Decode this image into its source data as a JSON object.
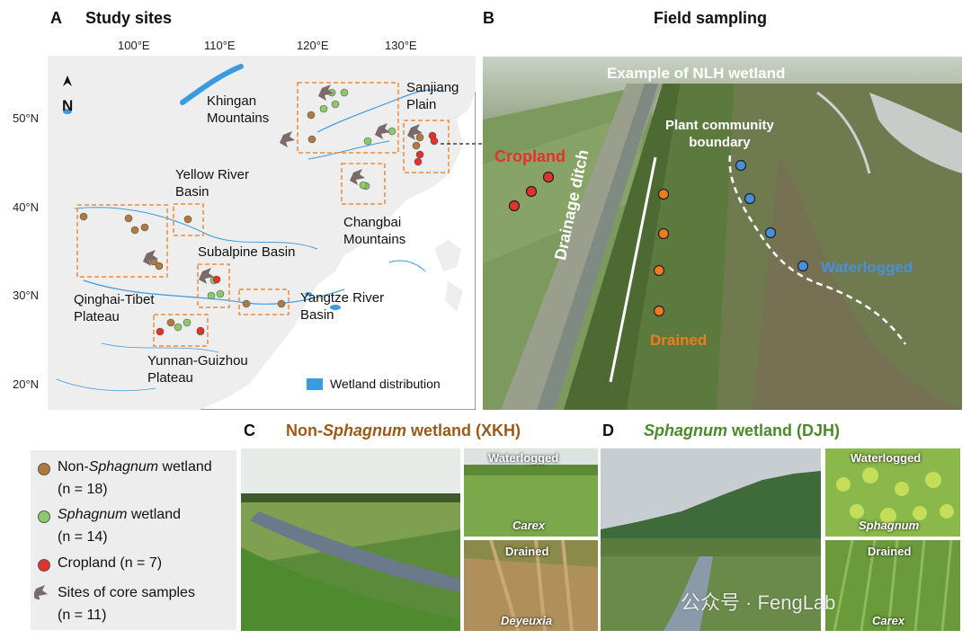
{
  "panel_a": {
    "letter": "A",
    "title": "Study sites",
    "lon_ticks": [
      "100°E",
      "110°E",
      "120°E",
      "130°E"
    ],
    "lat_ticks": [
      "50°N",
      "40°N",
      "30°N",
      "20°N"
    ],
    "north": "N",
    "regions": {
      "khingan": "Khingan\nMountains",
      "sanjiang": "Sanjiang\nPlain",
      "yellow": "Yellow River\nBasin",
      "changbai": "Changbai\nMountains",
      "subalpine": "Subalpine Basin",
      "qinghai": "Qinghai-Tibet\nPlateau",
      "yangtze": "Yangtze River\nBasin",
      "yunnan": "Yunnan-Guizhou\nPlateau"
    },
    "wetland_legend": "Wetland distribution"
  },
  "panel_b": {
    "letter": "B",
    "title": "Field sampling",
    "example": "Example of NLH wetland",
    "cropland": "Cropland",
    "boundary": "Plant community\nboundary",
    "ditch": "Drainage ditch",
    "drained": "Drained",
    "waterlogged": "Waterlogged"
  },
  "panel_c": {
    "letter": "C",
    "title_pre": "Non-",
    "title_ital": "Sphagnum",
    "title_post": " wetland (XKH)",
    "waterlogged": "Waterlogged",
    "carex": "Carex",
    "drained": "Drained",
    "deyeuxia": "Deyeuxia"
  },
  "panel_d": {
    "letter": "D",
    "title_ital": "Sphagnum",
    "title_post": " wetland (DJH)",
    "waterlogged": "Waterlogged",
    "sphagnum": "Sphagnum",
    "drained": "Drained",
    "carex": "Carex"
  },
  "legend": {
    "non_pre": "Non-",
    "non_ital": "Sphagnum",
    "non_post": " wetland",
    "non_n": "(n = 18)",
    "sph_ital": "Sphagnum",
    "sph_post": " wetland",
    "sph_n": "(n = 14)",
    "crop": "Cropland (n = 7)",
    "core": "Sites of core samples",
    "core_n": "(n = 11)"
  },
  "watermark": "公众号 · FengLab",
  "colors": {
    "non_sphagnum": "#b07a3e",
    "sphagnum": "#8dc96a",
    "cropland": "#e4322b",
    "core": "#7a6a6a",
    "wetland": "#3a9be0",
    "box": "#f08a3a",
    "waterlogged_text": "#4a90d9",
    "drained_text": "#f07a20",
    "cropland_text": "#e4322b",
    "title_c": "#9a5a1a",
    "title_d": "#4a8a2a"
  }
}
